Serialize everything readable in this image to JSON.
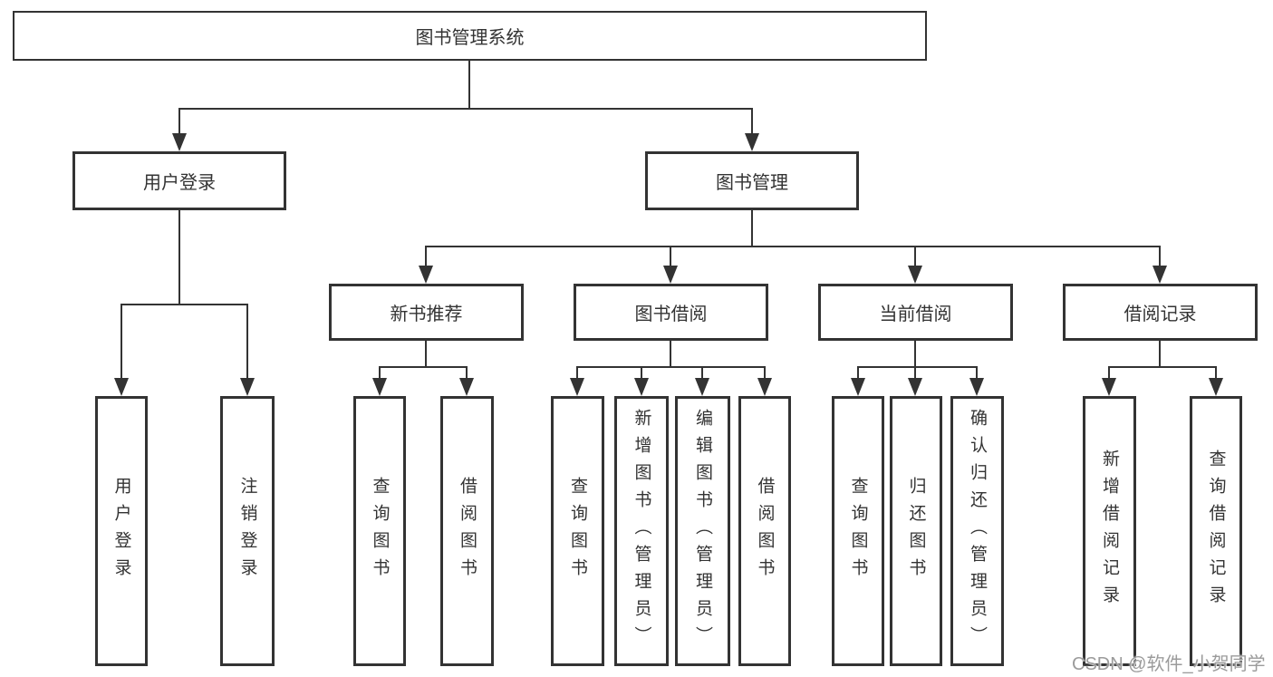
{
  "tree": {
    "label": "图书管理系统",
    "children": [
      {
        "label": "用户登录",
        "children": [
          {
            "label": "用户登录"
          },
          {
            "label": "注销登录"
          }
        ]
      },
      {
        "label": "图书管理",
        "children": [
          {
            "label": "新书推荐",
            "children": [
              {
                "label": "查询图书"
              },
              {
                "label": "借阅图书"
              }
            ]
          },
          {
            "label": "图书借阅",
            "children": [
              {
                "label": "查询图书"
              },
              {
                "label": "新增图书（管理员）"
              },
              {
                "label": "编辑图书（管理员）"
              },
              {
                "label": "借阅图书"
              }
            ]
          },
          {
            "label": "当前借阅",
            "children": [
              {
                "label": "查询图书"
              },
              {
                "label": "归还图书"
              },
              {
                "label": "确认归还（管理员）"
              }
            ]
          },
          {
            "label": "借阅记录",
            "children": [
              {
                "label": "新增借阅记录"
              },
              {
                "label": "查询借阅记录"
              }
            ]
          }
        ]
      }
    ]
  },
  "watermark": "CSDN @软件_小贺同学",
  "colors": {
    "line": "#333333",
    "text": "#333333",
    "box_background": "#ffffff",
    "page_background": "#ffffff",
    "watermark": "#9b9b9b"
  }
}
